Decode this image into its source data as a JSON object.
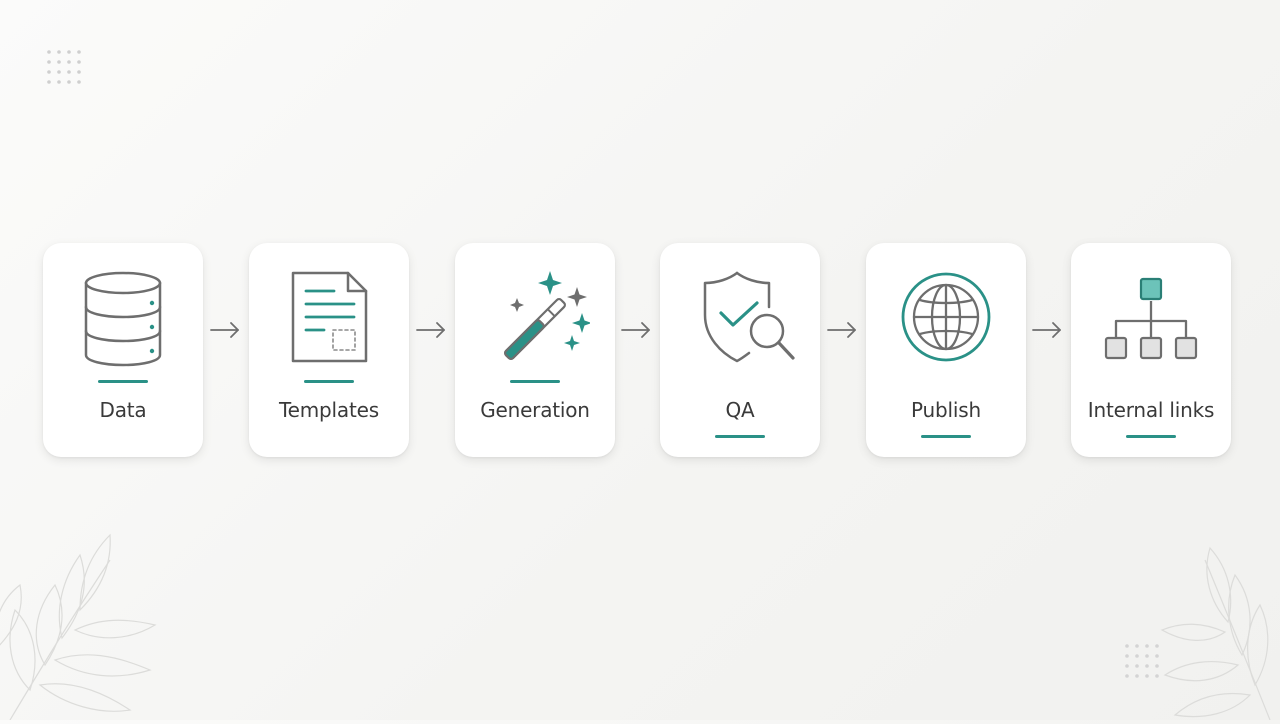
{
  "colors": {
    "accent": "#2a9187",
    "icon_stroke": "#6e6e6e",
    "label": "#3a3a3a",
    "card": "#ffffff",
    "node_fill": "#e2e2e2",
    "teal_fill": "#6cc3b9"
  },
  "steps": [
    {
      "label": "Data",
      "icon": "database-icon"
    },
    {
      "label": "Templates",
      "icon": "document-template-icon"
    },
    {
      "label": "Generation",
      "icon": "magic-wand-icon"
    },
    {
      "label": "QA",
      "icon": "shield-check-search-icon"
    },
    {
      "label": "Publish",
      "icon": "globe-icon"
    },
    {
      "label": "Internal links",
      "icon": "sitemap-icon"
    }
  ],
  "connector_icon": "arrow-right-icon"
}
